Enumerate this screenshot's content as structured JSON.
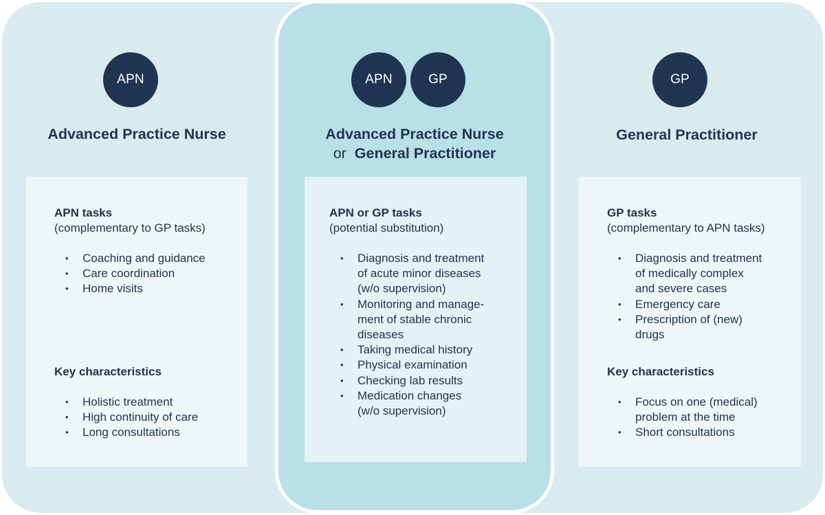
{
  "columns": [
    {
      "id": "apn",
      "badges": [
        "APN"
      ],
      "heading": "Advanced Practice Nurse",
      "tasks_title": "APN tasks",
      "tasks_subtitle": "(complementary to GP tasks)",
      "tasks": [
        "Coaching and guidance",
        "Care coordination",
        "Home visits"
      ],
      "characteristics_title": "Key characteristics",
      "characteristics": [
        "Holistic treatment",
        "High continuity of care",
        "Long consultations"
      ]
    },
    {
      "id": "apn-or-gp",
      "badges": [
        "APN",
        "GP"
      ],
      "heading_line1": "Advanced Practice Nurse",
      "heading_or": "or",
      "heading_line2": "General Practitioner",
      "tasks_title": "APN or GP tasks",
      "tasks_subtitle": "(potential substitution)",
      "tasks": [
        [
          "Diagnosis and treatment",
          "of acute minor diseases",
          "(w/o supervision)"
        ],
        [
          "Monitoring and manage-",
          "ment of stable chronic",
          "diseases"
        ],
        [
          "Taking medical history"
        ],
        [
          "Physical examination"
        ],
        [
          "Checking lab results"
        ],
        [
          "Medication changes",
          "(w/o supervision)"
        ]
      ]
    },
    {
      "id": "gp",
      "badges": [
        "GP"
      ],
      "heading": "General Practitioner",
      "tasks_title": "GP tasks",
      "tasks_subtitle": "(complementary to APN tasks)",
      "tasks": [
        [
          "Diagnosis and treatment",
          "of medically complex",
          "and severe cases"
        ],
        [
          "Emergency care"
        ],
        [
          "Prescription of (new)",
          "drugs"
        ]
      ],
      "characteristics_title": "Key characteristics",
      "characteristics": [
        [
          "Focus on one (medical)",
          "problem at the time"
        ],
        [
          "Short consultations"
        ]
      ]
    }
  ],
  "bullet_glyph": "•",
  "colors": {
    "outer_bg": "#d9ebef",
    "middle_bg": "#b9dfe7",
    "card_bg": "#eef6f8",
    "badge_bg": "#1f3552",
    "text": "#22344f"
  }
}
